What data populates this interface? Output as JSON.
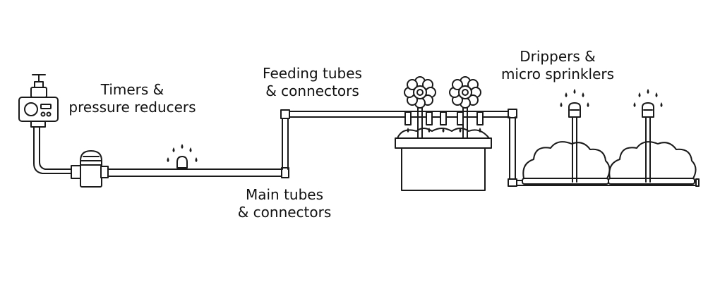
{
  "labels": {
    "timers": {
      "line1": "Timers &",
      "line2": "pressure reducers"
    },
    "feeding": {
      "line1": "Feeding tubes",
      "line2": "& connectors"
    },
    "main": {
      "line1": "Main tubes",
      "line2": "& connectors"
    },
    "drippers": {
      "line1": "Drippers &",
      "line2": "micro sprinklers"
    }
  },
  "colors": {
    "line": "#1a1a1a",
    "background": "#ffffff"
  }
}
